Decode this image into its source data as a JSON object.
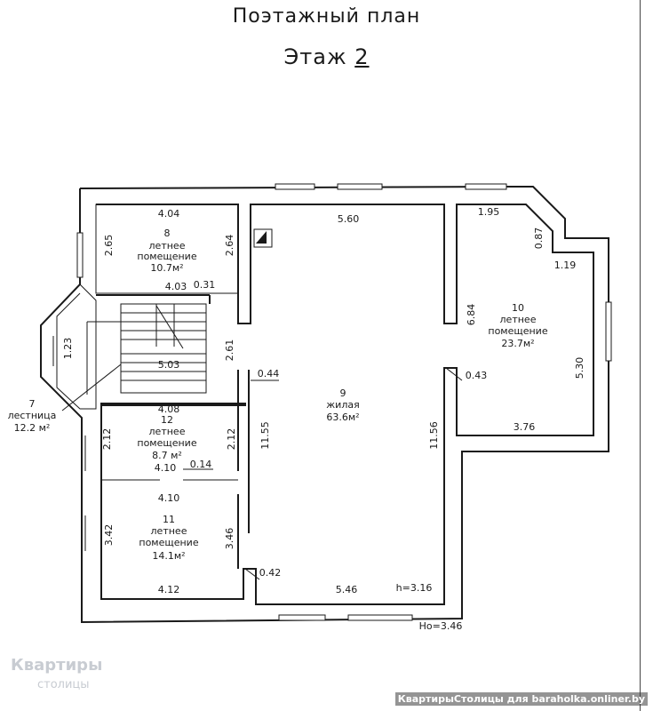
{
  "title": "Поэтажный план",
  "floor": {
    "prefix": "Этаж",
    "number": "2"
  },
  "rooms": [
    {
      "number": "8",
      "type": "летнее",
      "type2": "помещение",
      "area": "10.7м²"
    },
    {
      "number": "9",
      "type": "жилая",
      "area": "63.6м²"
    },
    {
      "number": "10",
      "type": "летнее",
      "type2": "помещение",
      "area": "23.7м²"
    },
    {
      "number": "11",
      "type": "летнее",
      "type2": "помещение",
      "area": "14.1м²"
    },
    {
      "number": "12",
      "type": "летнее",
      "type2": "помещение",
      "area": "8.7 м²"
    },
    {
      "number": "7",
      "type": "лестница",
      "area": "12.2 м²"
    }
  ],
  "dimensions": {
    "r8_top": "4.04",
    "r8_left": "2.65",
    "r8_right": "2.64",
    "r8_bottom": "4.03",
    "small_031": "0.31",
    "hall_top": "5.60",
    "stair_side": "1.23",
    "stair_mid": "5.03",
    "hall_left": "2.61",
    "small_044": "0.44",
    "r12_top": "4.08",
    "r12_left": "2.12",
    "r12_right": "2.12",
    "r12_bottom": "4.10",
    "small_014": "0.14",
    "r11_top": "4.10",
    "r11_left": "3.42",
    "r11_right": "3.46",
    "r11_bottom": "4.12",
    "wall_1155": "11.55",
    "wall_1156": "11.56",
    "small_042": "0.42",
    "hall_bottom": "5.46",
    "height": "h=3.16",
    "r10_top": "1.95",
    "r10_diag": "0.87",
    "r10_step": "1.19",
    "r10_left": "6.84",
    "r10_right": "5.30",
    "small_043": "0.43",
    "r10_bottom": "3.76",
    "outer_height": "Hо=3.46"
  },
  "watermark": {
    "line1": "Квартиры",
    "line2": "столицы"
  },
  "footer": "КвартирыСтолицы для baraholka.onliner.by"
}
